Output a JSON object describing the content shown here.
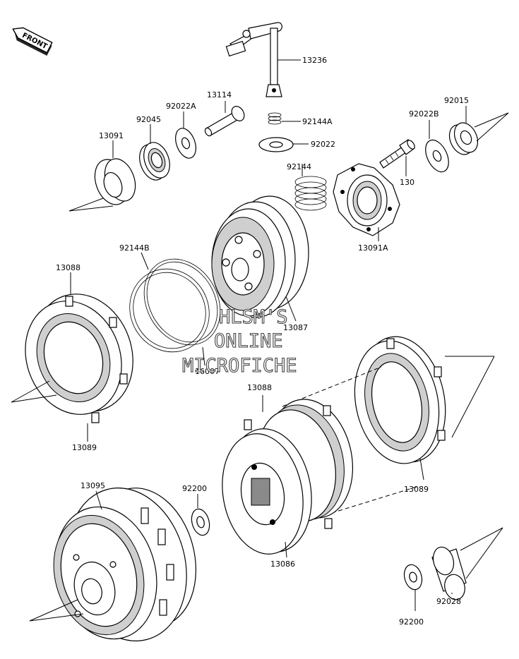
{
  "diagram": {
    "front_label": "FRONT",
    "watermark": [
      "HLSM'S",
      "ONLINE",
      "MICROFICHE"
    ],
    "part_labels": {
      "p13236": "13236",
      "p13114": "13114",
      "p92022A": "92022A",
      "p92045": "92045",
      "p13091": "13091",
      "p92144A": "92144A",
      "p92022": "92022",
      "p92015": "92015",
      "p92022B": "92022B",
      "p92144": "92144",
      "p130": "130",
      "p13091A": "13091A",
      "p92144B": "92144B",
      "p13088a": "13088",
      "p13087": "13087",
      "p16007": "16007",
      "p13089a": "13089",
      "p13088b": "13088",
      "p13089b": "13089",
      "p13095": "13095",
      "p92200a": "92200",
      "p13086": "13086",
      "p92200b": "92200",
      "p92028": "92028"
    }
  }
}
